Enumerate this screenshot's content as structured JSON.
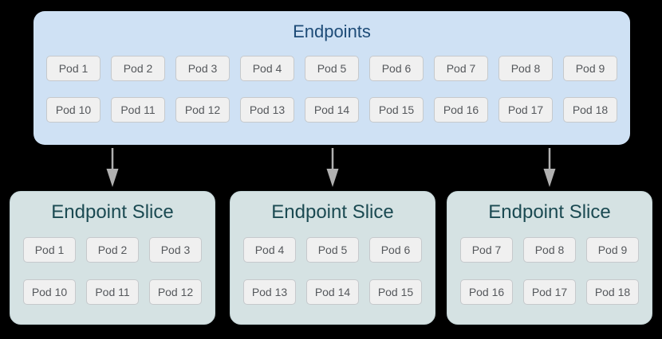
{
  "colors": {
    "canvas_bg": "#000000",
    "endpoints_box_bg": "#cfe1f4",
    "endpoints_title_text": "#1d4b77",
    "slice_box_bg": "#d5e2e3",
    "slice_title_text": "#1b4a52",
    "pod_bg": "#f0f0f0",
    "pod_border": "#c6c9cc",
    "pod_text": "#55585c",
    "arrow": "#b0b0b0"
  },
  "icons": {
    "arrow_down": "↓"
  },
  "endpoints": {
    "title": "Endpoints",
    "rows": [
      [
        "Pod 1",
        "Pod 2",
        "Pod 3",
        "Pod 4",
        "Pod 5",
        "Pod 6",
        "Pod 7",
        "Pod 8",
        "Pod 9"
      ],
      [
        "Pod 10",
        "Pod 11",
        "Pod 12",
        "Pod 13",
        "Pod 14",
        "Pod 15",
        "Pod 16",
        "Pod 17",
        "Pod 18"
      ]
    ]
  },
  "slices": [
    {
      "title": "Endpoint Slice",
      "rows": [
        [
          "Pod 1",
          "Pod 2",
          "Pod 3"
        ],
        [
          "Pod 10",
          "Pod 11",
          "Pod 12"
        ]
      ]
    },
    {
      "title": "Endpoint Slice",
      "rows": [
        [
          "Pod 4",
          "Pod 5",
          "Pod 6"
        ],
        [
          "Pod 13",
          "Pod 14",
          "Pod 15"
        ]
      ]
    },
    {
      "title": "Endpoint Slice",
      "rows": [
        [
          "Pod 7",
          "Pod 8",
          "Pod 9"
        ],
        [
          "Pod 16",
          "Pod 17",
          "Pod 18"
        ]
      ]
    }
  ]
}
